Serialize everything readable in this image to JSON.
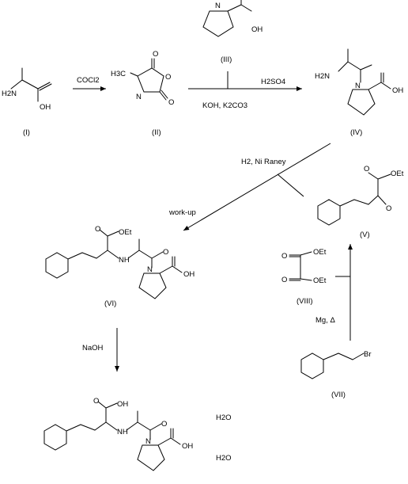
{
  "compounds": {
    "I": {
      "label": "(I)",
      "nh2": "H2N",
      "oh": "OH"
    },
    "II": {
      "label": "(II)",
      "h3c": "H3C"
    },
    "III": {
      "label": "(III)",
      "oh": "OH"
    },
    "IV": {
      "label": "(IV)",
      "h2n": "H2N",
      "oh": "OH",
      "n": "N"
    },
    "V": {
      "label": "(V)",
      "oet": "OEt"
    },
    "VI": {
      "label": "(VI)",
      "oet": "OEt",
      "nh": "NH",
      "n": "N",
      "oh": "OH"
    },
    "VII": {
      "label": "(VII)",
      "br": "Br"
    },
    "VIII": {
      "label": "(VIII)",
      "oet1": "OEt",
      "oet2": "OEt"
    },
    "product": {
      "oh": "OH",
      "nh": "NH",
      "n": "N",
      "oh2": "OH",
      "water1": "H2O",
      "water2": "H2O"
    }
  },
  "reagents": {
    "cocl2": "COCl2",
    "koh": "KOH, K2CO3",
    "h2so4": "H2SO4",
    "h2": "H2, Ni Raney",
    "workup": "work-up",
    "mg": "Mg, Δ",
    "naoh": "NaOH"
  }
}
